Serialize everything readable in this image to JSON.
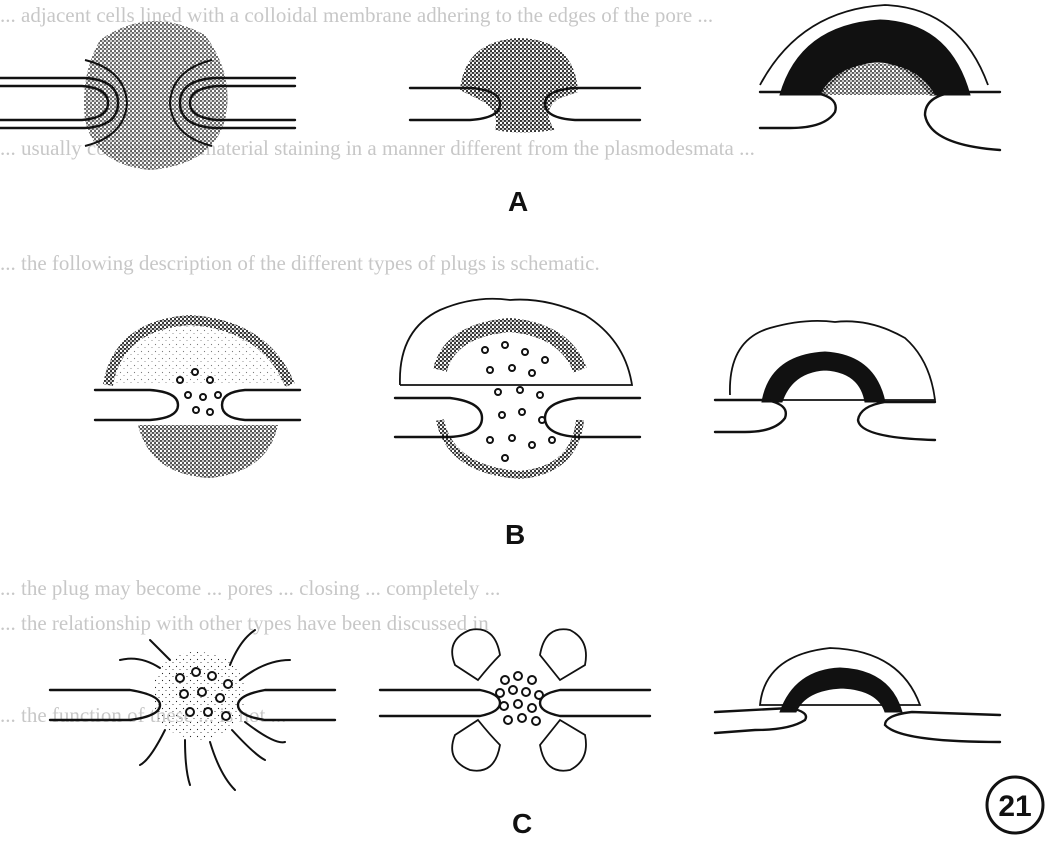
{
  "figure": {
    "row_labels": [
      "A",
      "B",
      "C"
    ],
    "figure_number": "21"
  },
  "background_text": [
    "... adjacent cells lined with a colloidal membrane adhering to the edges of the pore ...",
    "... usually composed of material staining in a manner different from the plasmodesmata ...",
    "... the following description of the different types of plugs is schematic.",
    "... the plug may become ... pores ... closing ... completely ...",
    "... the relationship with other types have been discussed in",
    "... the function of these ... is not ..."
  ]
}
